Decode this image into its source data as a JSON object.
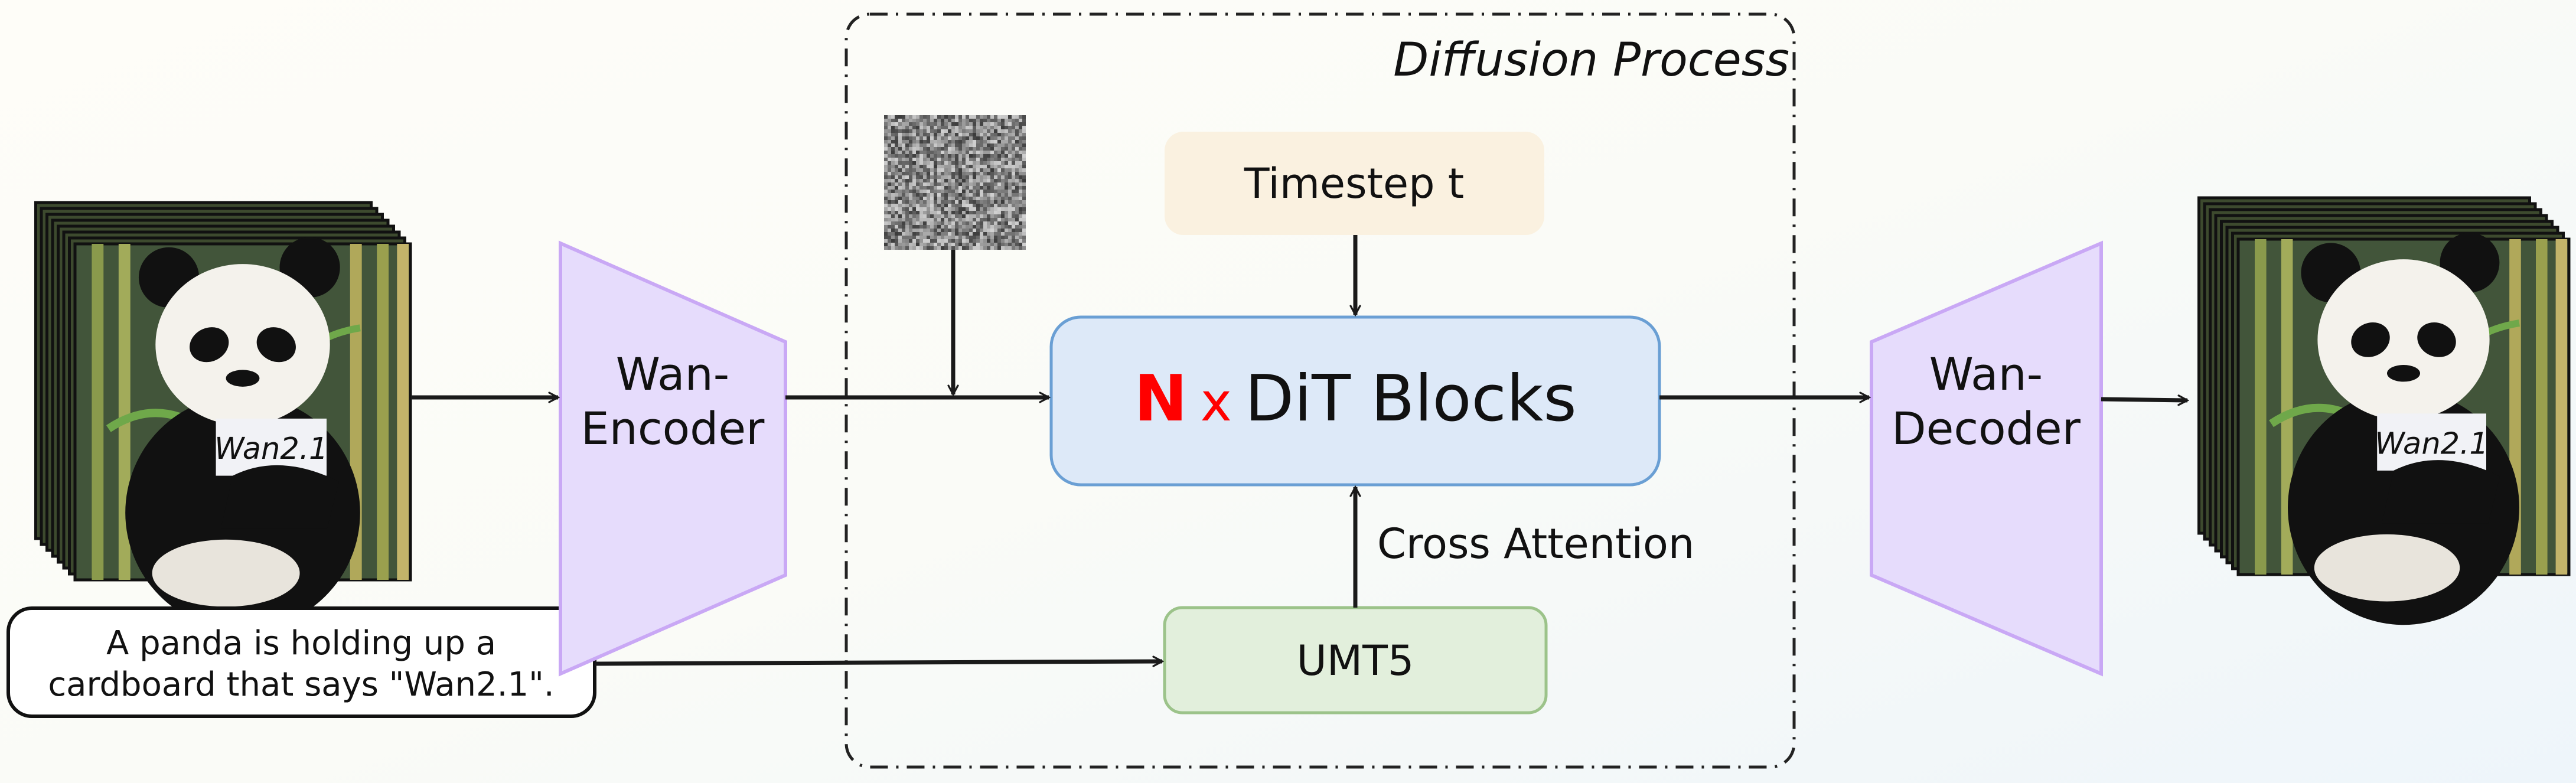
{
  "diffusion_process": {
    "label": "Diffusion Process"
  },
  "input_video": {
    "sign_text": "Wan2.1",
    "frames": 8
  },
  "output_video": {
    "sign_text": "Wan2.1",
    "frames": 8
  },
  "prompt": {
    "line1": "A panda is holding up a",
    "line2": "cardboard that says \"Wan2.1\"."
  },
  "encoder": {
    "line1": "Wan-",
    "line2": "Encoder"
  },
  "decoder": {
    "line1": "Wan-",
    "line2": "Decoder"
  },
  "timestep": {
    "label": "Timestep t"
  },
  "dit": {
    "n": "N",
    "x": "x",
    "label": "DiT Blocks"
  },
  "umt5": {
    "label": "UMT5"
  },
  "cross_attention": {
    "label": "Cross Attention"
  },
  "colors": {
    "trapezoid_fill": "#e6dcfc",
    "trapezoid_stroke": "#c9a8f5",
    "timestep_fill": "#faf1e0",
    "dit_fill": "#dde9f8",
    "dit_stroke": "#6a9fd4",
    "umt5_fill": "#e2efdc",
    "umt5_stroke": "#9cc38a",
    "accent_red": "#ff0000"
  }
}
